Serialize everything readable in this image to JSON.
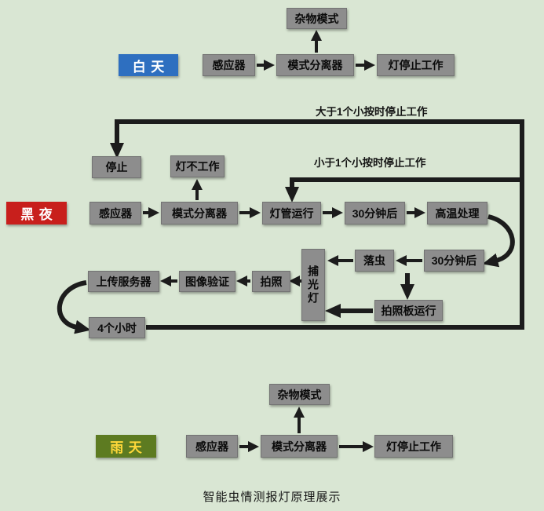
{
  "caption": "智能虫情测报灯原理展示",
  "colors": {
    "background": "#d9e6d3",
    "node_fill": "#8d8d8d",
    "arrow": "#1c1c1c",
    "day_label_bg": "#2e6fc0",
    "night_label_bg": "#c81f1c",
    "rain_label_bg": "#5d7b21",
    "rain_label_text": "#ffd83a"
  },
  "day": {
    "label": "白天",
    "misc": "杂物模式",
    "sensor": "感应器",
    "separator": "模式分离器",
    "stop_work": "灯停止工作"
  },
  "night": {
    "label": "黑夜",
    "gt1h": "大于1个小按时停止工作",
    "lt1h": "小于1个小按时停止工作",
    "stop": "停止",
    "lamp_off": "灯不工作",
    "sensor": "感应器",
    "separator": "模式分离器",
    "lamp_run": "灯管运行",
    "after30_1": "30分钟后",
    "high_temp": "高温处理",
    "after30_2": "30分钟后",
    "drop": "落虫",
    "trap": "捕光灯",
    "board": "拍照板运行",
    "photo": "拍照",
    "verify": "图像验证",
    "upload": "上传服务器",
    "hours4": "4个小时"
  },
  "rain": {
    "label": "雨天",
    "misc": "杂物模式",
    "sensor": "感应器",
    "separator": "模式分离器",
    "stop_work": "灯停止工作"
  }
}
